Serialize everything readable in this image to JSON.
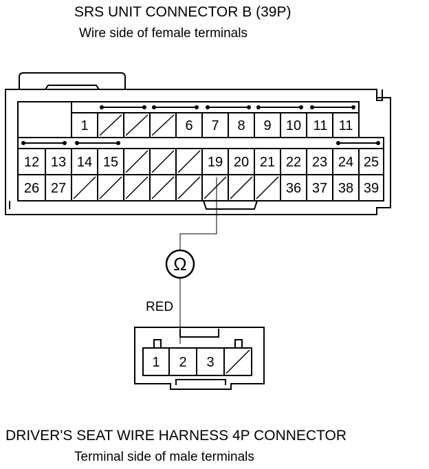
{
  "top_connector": {
    "title": "SRS UNIT CONNECTOR B (39P)",
    "subtitle": "Wire side of female terminals",
    "row1": [
      "",
      "1",
      "",
      "",
      "",
      "6",
      "7",
      "8",
      "9",
      "10",
      "11"
    ],
    "row2": [
      "12",
      "13",
      "14",
      "15",
      "",
      "",
      "",
      "19",
      "20",
      "21",
      "22",
      "23",
      "24",
      "25"
    ],
    "row3": [
      "26",
      "27",
      "",
      "",
      "",
      "",
      "",
      "",
      "",
      "",
      "36",
      "37",
      "38",
      "39"
    ]
  },
  "meter_symbol": "Ω",
  "wire_label": "RED",
  "bottom_connector": {
    "title": "DRIVER'S SEAT WIRE HARNESS 4P CONNECTOR",
    "subtitle": "Terminal side of male terminals",
    "terminals": [
      "1",
      "2",
      "3",
      ""
    ]
  }
}
